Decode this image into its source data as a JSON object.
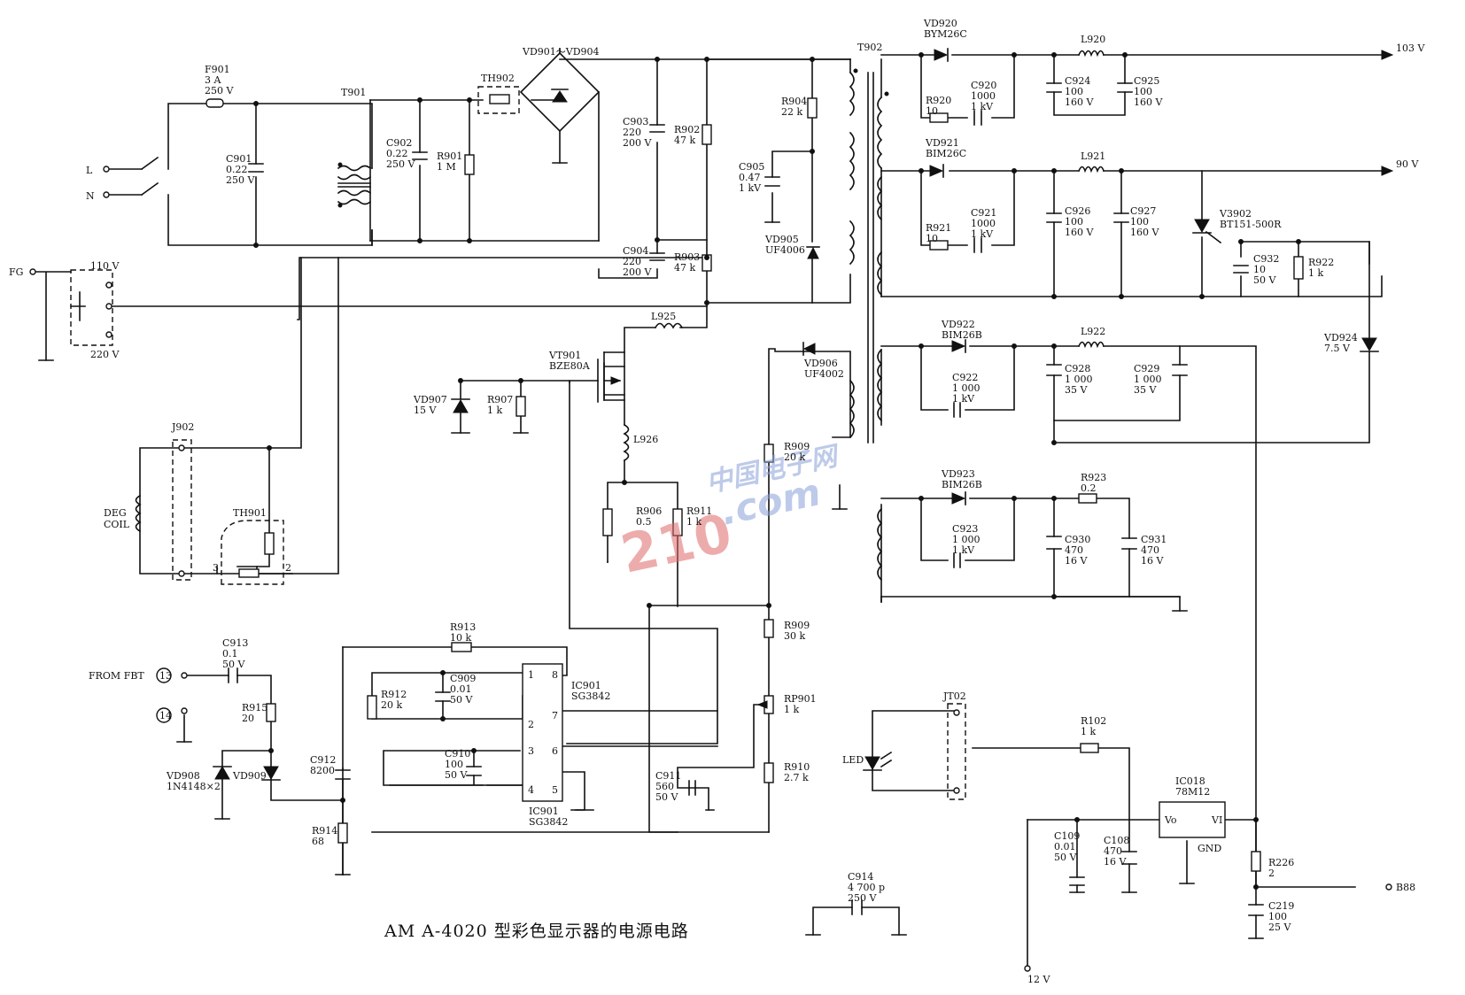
{
  "title": "AM A-4020 型彩色显示器的电源电路",
  "watermark": {
    "number": "210",
    "site": "中国电子网",
    "domain": ".com"
  },
  "colors": {
    "ink": "#111111",
    "watermark_red": "#e06a6a",
    "watermark_blue": "#8aa0d8"
  },
  "terminals": {
    "L": "L",
    "N": "N",
    "FG": "FG",
    "v110": "110 V",
    "v220": "220 V",
    "from_fbt": "FROM FBT",
    "pin13": "13",
    "pin14": "14",
    "out103": "103 V",
    "out90": "90 V",
    "b88": "B88",
    "v12": "12 V",
    "deg_coil": [
      "DEG",
      "COIL"
    ]
  },
  "components": {
    "f901": [
      "F901",
      "3 A",
      "250 V"
    ],
    "c901": [
      "C901",
      "0.22",
      "250 V"
    ],
    "t901": [
      "T901"
    ],
    "c902": [
      "C902",
      "0.22",
      "250 V"
    ],
    "r901": [
      "R901",
      "1 M"
    ],
    "th902": [
      "TH902"
    ],
    "vd901": [
      "VD901～VD904"
    ],
    "c903": [
      "C903",
      "220",
      "200 V"
    ],
    "r902": [
      "R902",
      "47 k"
    ],
    "c904": [
      "C904",
      "220",
      "200 V"
    ],
    "r903": [
      "R903",
      "47 k"
    ],
    "r904": [
      "R904",
      "22 k"
    ],
    "c905": [
      "C905",
      "0.47",
      "1 kV"
    ],
    "vd905": [
      "VD905",
      "UF4006"
    ],
    "t902": [
      "T902"
    ],
    "l925": [
      "L925"
    ],
    "vt901": [
      "VT901",
      "BZE80A"
    ],
    "vd907": [
      "VD907",
      "15 V"
    ],
    "r907": [
      "R907",
      "1 k"
    ],
    "l926": [
      "L926"
    ],
    "vd906": [
      "VD906",
      "UF4002"
    ],
    "r909a": [
      "R909",
      "20 k"
    ],
    "r906": [
      "R906",
      "0.5"
    ],
    "r911": [
      "R911",
      "1 k"
    ],
    "j902": [
      "J902"
    ],
    "th901": [
      "TH901"
    ],
    "pin3": [
      "3"
    ],
    "pin2": [
      "2"
    ],
    "c913": [
      "C913",
      "0.1",
      "50 V"
    ],
    "r915": [
      "R915",
      "20"
    ],
    "vd908": [
      "VD908",
      "1N4148×2"
    ],
    "vd909": [
      "VD909"
    ],
    "r913": [
      "R913",
      "10 k"
    ],
    "r912": [
      "R912",
      "20 k"
    ],
    "c909": [
      "C909",
      "0.01",
      "50 V"
    ],
    "ic901a": [
      "IC901",
      "SG3842"
    ],
    "ic901b": [
      "IC901",
      "SG3842"
    ],
    "c910": [
      "C910",
      "100",
      "50 V"
    ],
    "c912": [
      "C912",
      "8200"
    ],
    "r914": [
      "R914",
      "68"
    ],
    "c911": [
      "C911",
      "560",
      "50 V"
    ],
    "r909b": [
      "R909",
      "30 k"
    ],
    "rp901": [
      "RP901",
      "1 k"
    ],
    "r910": [
      "R910",
      "2.7 k"
    ],
    "c914": [
      "C914",
      "4 700 p",
      "250 V"
    ],
    "vd920": [
      "VD920",
      "BYM26C"
    ],
    "l920": [
      "L920"
    ],
    "r920": [
      "R920",
      "10"
    ],
    "c920": [
      "C920",
      "1000",
      "1 kV"
    ],
    "c924": [
      "C924",
      "100",
      "160 V"
    ],
    "c925": [
      "C925",
      "100",
      "160 V"
    ],
    "vd921": [
      "VD921",
      "BIM26C"
    ],
    "l921": [
      "L921"
    ],
    "r921": [
      "R921",
      "10"
    ],
    "c921": [
      "C921",
      "1000",
      "1 kV"
    ],
    "c926": [
      "C926",
      "100",
      "160 V"
    ],
    "c927": [
      "C927",
      "100",
      "160 V"
    ],
    "v3902": [
      "V3902",
      "BT151-500R"
    ],
    "c932": [
      "C932",
      "10",
      "50 V"
    ],
    "r922": [
      "R922",
      "1 k"
    ],
    "vd924": [
      "VD924",
      "7.5 V"
    ],
    "vd922": [
      "VD922",
      "BIM26B"
    ],
    "l922": [
      "L922"
    ],
    "c922": [
      "C922",
      "1 000",
      "1 kV"
    ],
    "c928": [
      "C928",
      "1 000",
      "35 V"
    ],
    "c929": [
      "C929",
      "1 000",
      "35 V"
    ],
    "vd923": [
      "VD923",
      "BIM26B"
    ],
    "r923": [
      "R923",
      "0.2"
    ],
    "c923": [
      "C923",
      "1 000",
      "1 kV"
    ],
    "c930": [
      "C930",
      "470",
      "16 V"
    ],
    "c931": [
      "C931",
      "470",
      "16 V"
    ],
    "jt02": [
      "JT02"
    ],
    "led": [
      "LED"
    ],
    "r102": [
      "R102",
      "1 k"
    ],
    "ic018": [
      "IC018",
      "78M12"
    ],
    "ic018_vo": [
      "Vo"
    ],
    "ic018_vi": [
      "VI"
    ],
    "ic018_gnd": [
      "GND"
    ],
    "c109": [
      "C109",
      "0.01",
      "50 V"
    ],
    "c108": [
      "C108",
      "470",
      "16 V"
    ],
    "r226": [
      "R226",
      "2"
    ],
    "c219": [
      "C219",
      "100",
      "25 V"
    ]
  },
  "ic_pins": [
    "1",
    "2",
    "3",
    "4",
    "5",
    "6",
    "7",
    "8"
  ]
}
